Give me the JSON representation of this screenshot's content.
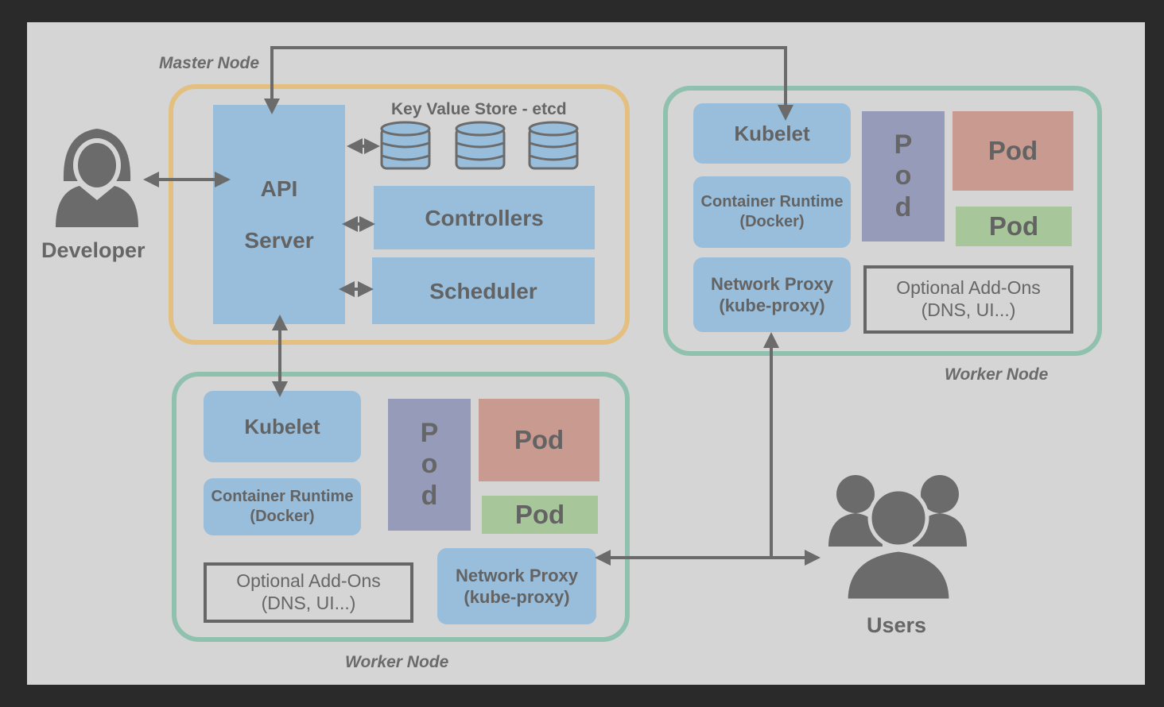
{
  "master_node": {
    "label": "Master Node",
    "api_server": {
      "line1": "API",
      "line2": "Server"
    },
    "kv_store_label": "Key Value Store - etcd",
    "controllers": "Controllers",
    "scheduler": "Scheduler"
  },
  "developer": {
    "label": "Developer"
  },
  "users": {
    "label": "Users"
  },
  "worker_right": {
    "label": "Worker Node",
    "kubelet": "Kubelet",
    "runtime": {
      "line1": "Container Runtime",
      "line2": "(Docker)"
    },
    "proxy": {
      "line1": "Network Proxy",
      "line2": "(kube-proxy)"
    },
    "pod_vertical": [
      "P",
      "o",
      "d"
    ],
    "pod_red": "Pod",
    "pod_green": "Pod",
    "addons": {
      "line1": "Optional Add-Ons",
      "line2": "(DNS, UI...)"
    }
  },
  "worker_bottom": {
    "label": "Worker Node",
    "kubelet": "Kubelet",
    "runtime": {
      "line1": "Container Runtime",
      "line2": "(Docker)"
    },
    "proxy": {
      "line1": "Network Proxy",
      "line2": "(kube-proxy)"
    },
    "pod_vertical": [
      "P",
      "o",
      "d"
    ],
    "pod_red": "Pod",
    "pod_green": "Pod",
    "addons": {
      "line1": "Optional Add-Ons",
      "line2": "(DNS, UI...)"
    }
  },
  "colors": {
    "master_border": "#e3bf80",
    "worker_border": "#8fc1ae",
    "component_blue": "#99bedc",
    "pod_red": "#c99a90",
    "pod_green": "#a7c79a",
    "pod_purple": "#959bb9",
    "arrow": "#6b6b6b"
  }
}
